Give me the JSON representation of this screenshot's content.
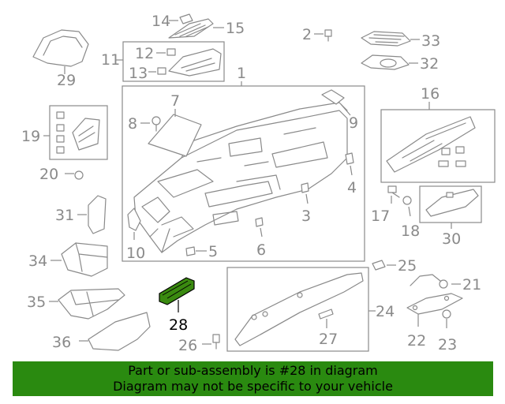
{
  "highlight_color": "#3a8a10",
  "banner_color": "#2a8a10",
  "highlighted_part": "28",
  "banner": {
    "line1": "Part or sub-assembly is #28 in diagram",
    "line2": "Diagram may not be specific to your vehicle"
  },
  "callouts": {
    "c1": "1",
    "c2": "2",
    "c3": "3",
    "c4": "4",
    "c5": "5",
    "c6": "6",
    "c7": "7",
    "c8": "8",
    "c9": "9",
    "c10": "10",
    "c11": "11",
    "c12": "12",
    "c13": "13",
    "c14": "14",
    "c15": "15",
    "c16": "16",
    "c17": "17",
    "c18": "18",
    "c19": "19",
    "c20": "20",
    "c21": "21",
    "c22": "22",
    "c23": "23",
    "c24": "24",
    "c25": "25",
    "c26": "26",
    "c27": "27",
    "c28": "28",
    "c29": "29",
    "c30": "30",
    "c31": "31",
    "c32": "32",
    "c33": "33",
    "c34": "34",
    "c35": "35",
    "c36": "36"
  }
}
